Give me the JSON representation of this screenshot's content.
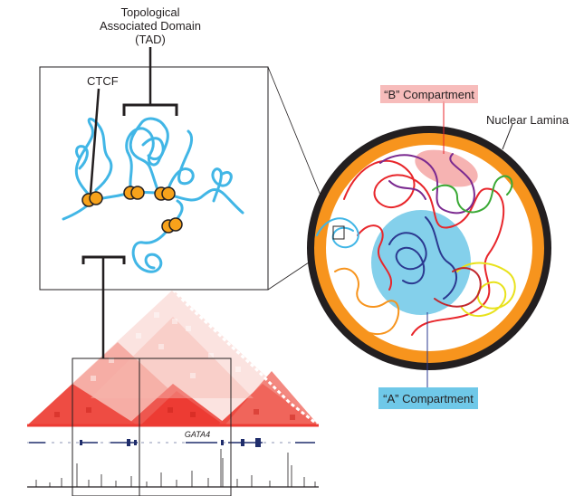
{
  "labels": {
    "tad_line1": "Topological",
    "tad_line2": "Associated Domain",
    "tad_line3": "(TAD)",
    "ctcf": "CTCF",
    "b_compartment": "“B” Compartment",
    "nuclear_lamina": "Nuclear Lamina",
    "a_compartment": "“A” Compartment",
    "gene": "GATA4"
  },
  "colors": {
    "chromatin_blue": "#41b6e6",
    "ctcf_orange": "#f7a21b",
    "lamina_black": "#231f20",
    "nucleus_orange": "#f7941d",
    "heatmap_red": "#ed3b33",
    "b_compartment_fill": "#f4a6a4",
    "a_compartment_fill": "#6fc8e8",
    "track_navy": "#1f2d6b"
  }
}
